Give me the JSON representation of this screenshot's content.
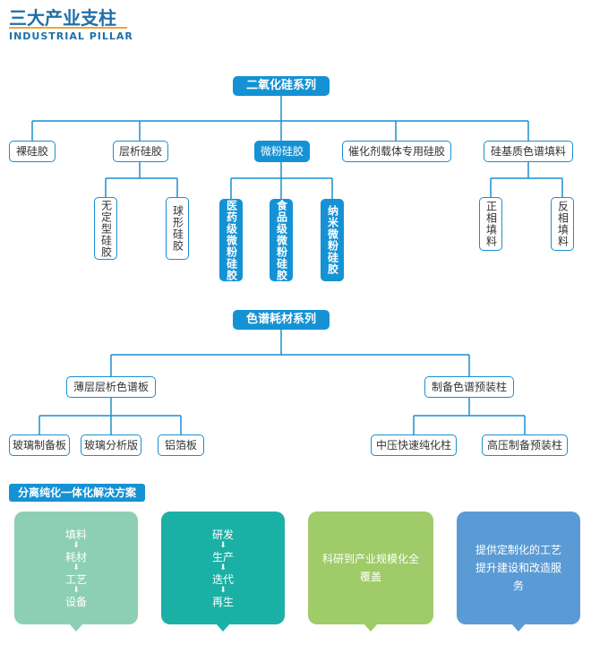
{
  "header": {
    "title": "三大产业支柱",
    "subtitle": "INDUSTRIAL PILLAR"
  },
  "colors": {
    "accent": "#1592d4",
    "underline": "#f2a33a"
  },
  "tree1": {
    "root": "二氧化硅系列",
    "children": [
      "裸硅胶",
      "层析硅胶",
      "微粉硅胶",
      "催化剂载体专用硅胶",
      "硅基质色谱填料"
    ],
    "layer_silica": [
      "无定型硅胶",
      "球形硅胶"
    ],
    "micro_silica": [
      "医药级微粉硅胶",
      "食品级微粉硅胶",
      "纳米微粉硅胶"
    ],
    "phase_fill": [
      "正相填料",
      "反相填料"
    ]
  },
  "tree2": {
    "root": "色谱耗材系列",
    "children": [
      "薄层层析色谱板",
      "制备色谱预装柱"
    ],
    "plates": [
      "玻璃制备板",
      "玻璃分析版",
      "铝箔板"
    ],
    "columns": [
      "中压快速纯化柱",
      "高压制备预装柱"
    ]
  },
  "solutions": {
    "title": "分离纯化一体化解决方案",
    "arrow": "⬇",
    "cards": [
      {
        "color": "#8dcfb5",
        "steps": [
          "填料",
          "耗材",
          "工艺",
          "设备"
        ]
      },
      {
        "color": "#1bb0a6",
        "steps": [
          "研发",
          "生产",
          "迭代",
          "再生"
        ]
      },
      {
        "color": "#9fcb68",
        "text": "科研到产业规模化全覆盖"
      },
      {
        "color": "#5b9bd5",
        "text": "提供定制化的工艺提升建设和改造服务"
      }
    ]
  }
}
